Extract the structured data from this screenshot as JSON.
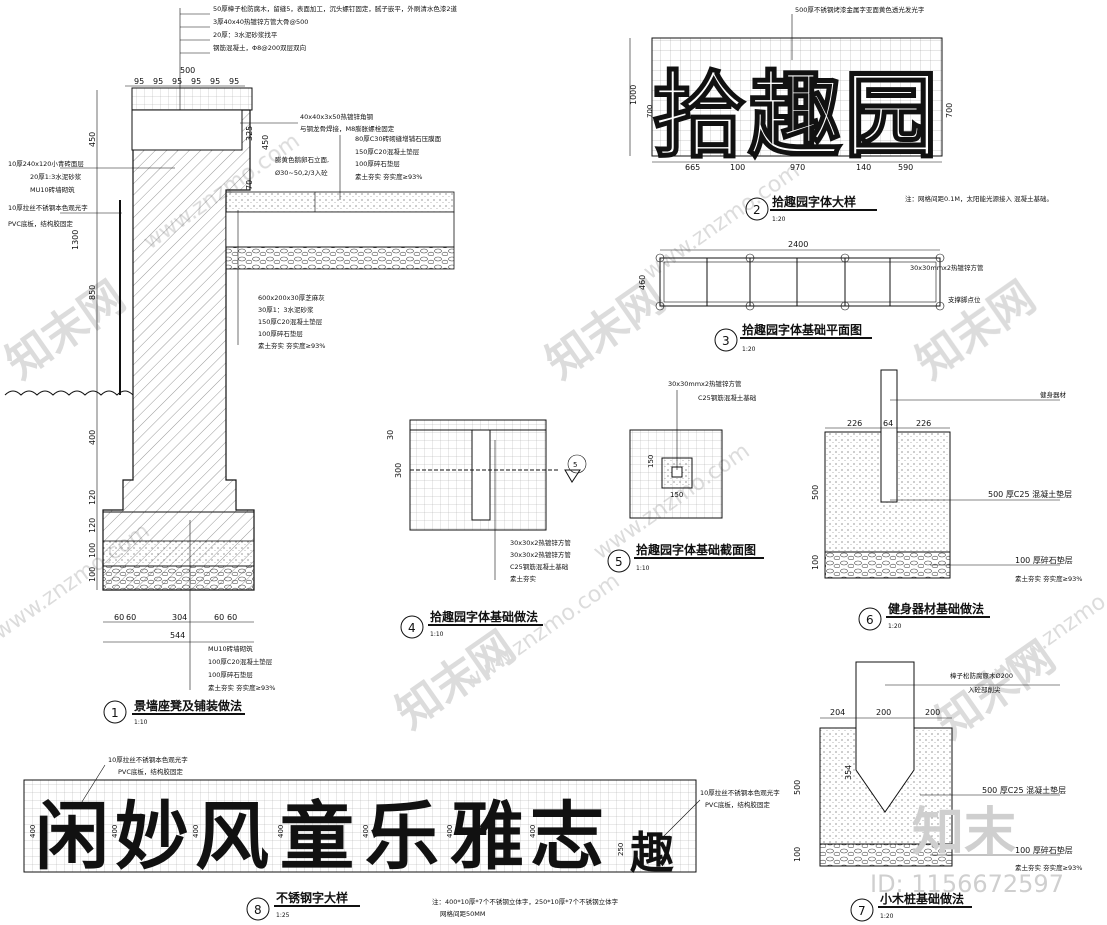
{
  "watermark": {
    "site_cn": "知末网",
    "site_en": "www.znzmo.com",
    "logo_cn": "知末",
    "id_text": "ID: 1156672597"
  },
  "detail1": {
    "num": "1",
    "title": "景墙座凳及铺装做法",
    "scale": "1:10",
    "top_notes": [
      "50厚樟子松防腐木，留缝5，表面加工，沉头螺钉固定，腻子嵌平，外刷清水色漆2道",
      "3厚40x40热镀锌方管大骨@500",
      "20厚：3水泥砂浆找平",
      "钢筋混凝土，Φ8@200双层双向"
    ],
    "top_dims": [
      "95",
      "95",
      "95",
      "95",
      "95",
      "95",
      "500"
    ],
    "left_notes": [
      "10厚240x120小青砖面层",
      "20厚1:3水泥砂浆",
      "MU10砖墙砌筑",
      "10厚拉丝不锈钢本色观光字",
      "PVC底板，结构胶固定"
    ],
    "left_dims": [
      "450",
      "1300",
      "850",
      "400",
      "120",
      "120",
      "100",
      "100"
    ],
    "right_upper_notes": [
      "40x40x3x50热镀锌角钢",
      "与钢龙骨焊接，M8膨胀螺栓固定"
    ],
    "right_upper_dims": [
      "325",
      "450",
      "70"
    ],
    "paving_notes": [
      "80厚C30砖砌缝增铺石压膜面",
      "150厚C20混凝土垫层",
      "100厚碎石垫层",
      "素土夯实 夯实度≥93%",
      "膨黄色鹅卵石立面,",
      "Ø30~50,2/3入砼"
    ],
    "mid_notes": [
      "600x200x30厚芝麻灰",
      "30厚1：3水泥砂浆",
      "150厚C20混凝土垫层",
      "100厚碎石垫层",
      "素土夯实 夯实度≥93%"
    ],
    "bottom_dims": [
      "60",
      "60",
      "304",
      "60",
      "60",
      "544"
    ],
    "bottom_notes": [
      "MU10砖墙砌筑",
      "100厚C20混凝土垫层",
      "100厚碎石垫层",
      "素土夯实 夯实度≥93%"
    ]
  },
  "detail2": {
    "num": "2",
    "title": "拾趣园字体大样",
    "scale": "1:20",
    "top_note": "500厚不锈钢烤漆金属字亚面黄色透光发光字",
    "chars": "拾趣园",
    "dims": [
      "665",
      "100",
      "970",
      "140",
      "590"
    ],
    "height_left": "1000",
    "height_inner": "700",
    "height_right": "700",
    "note": "注：网格间距0.1M，太阳能光源接入 混凝土基础。"
  },
  "detail3": {
    "num": "3",
    "title": "拾趣园字体基础平面图",
    "scale": "1:20",
    "width": "2400",
    "height": "460",
    "note1": "30x30mmx2热镀锌方管",
    "note2": "支撑脚点位"
  },
  "detail4": {
    "num": "4",
    "title": "拾趣园字体基础做法",
    "scale": "1:10",
    "dims": [
      "30",
      "300"
    ],
    "callout": "5",
    "notes": [
      "30x30x2热镀锌方管",
      "30x30x2热镀锌方管",
      "C25钢筋混凝土基础",
      "素土夯实"
    ]
  },
  "detail5": {
    "num": "5",
    "title": "拾趣园字体基础截面图",
    "scale": "1:10",
    "notes": [
      "30x30mmx2热镀锌方管",
      "C25钢筋混凝土基础"
    ],
    "dims": [
      "150",
      "150"
    ]
  },
  "detail6": {
    "num": "6",
    "title": "健身器材基础做法",
    "scale": "1:20",
    "dims": [
      "226",
      "64",
      "226",
      "500",
      "100"
    ],
    "notes": [
      "健身器材",
      "500 厚C25 混凝土垫层",
      "100 厚碎石垫层",
      "素土夯实 夯实度≥93%"
    ]
  },
  "detail7": {
    "num": "7",
    "title": "小木桩基础做法",
    "scale": "1:20",
    "dims": [
      "204",
      "200",
      "200",
      "500",
      "354",
      "100"
    ],
    "notes": [
      "樟子松防腐原木Ø200",
      "入砼部削尖",
      "500 厚C25 混凝土垫层",
      "100 厚碎石垫层",
      "素土夯实 夯实度≥93%"
    ]
  },
  "detail8": {
    "num": "8",
    "title": "不锈钢字大样",
    "scale": "1:25",
    "chars": [
      "闲",
      "妙",
      "风",
      "童",
      "乐",
      "雅",
      "志"
    ],
    "small_char": "趣",
    "dims": [
      "400",
      "400",
      "400",
      "400",
      "400",
      "400",
      "400",
      "250"
    ],
    "notes_left": [
      "10厚拉丝不锈钢本色观光字",
      "PVC底板，结构胶固定"
    ],
    "notes_right": [
      "10厚拉丝不锈钢本色观光字",
      "PVC底板，结构胶固定"
    ],
    "footnote1": "注：400*10厚*7个不锈钢立体字，250*10厚*7个不锈钢立体字",
    "footnote2": "网格间距50MM"
  }
}
